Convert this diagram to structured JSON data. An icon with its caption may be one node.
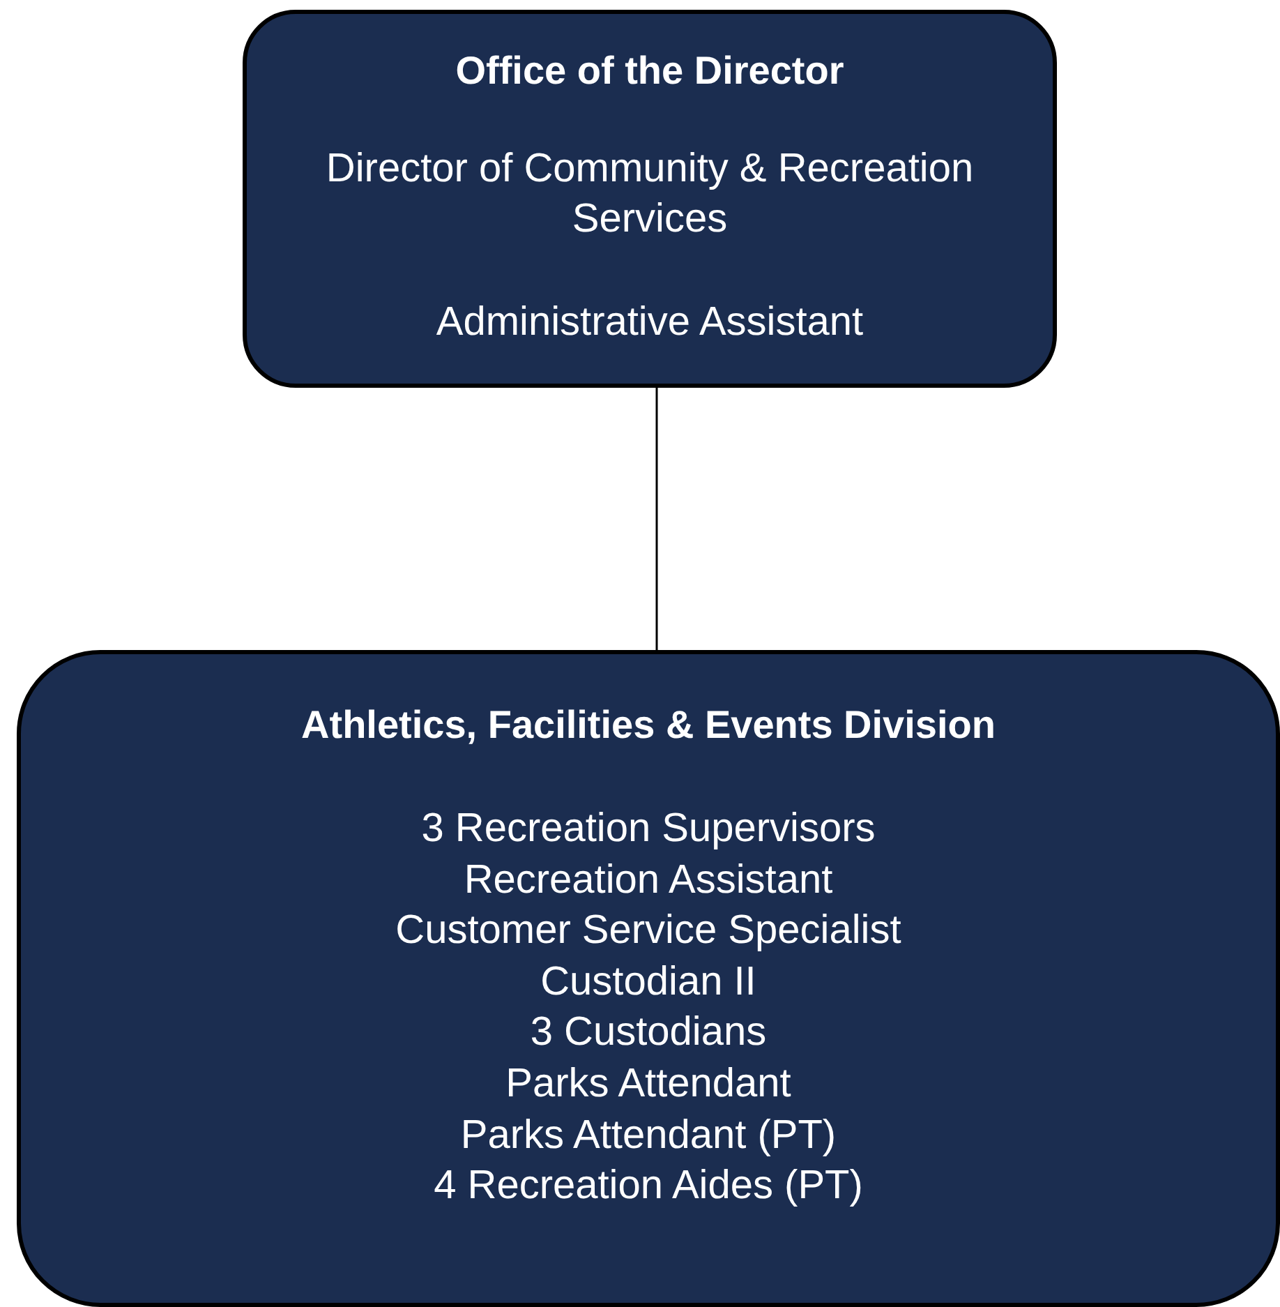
{
  "diagram": {
    "nodes": [
      {
        "text": [
          "Office of the Director",
          "Director of Community & Recreation Services",
          "Administrative Assistant"
        ]
      },
      {
        "text": [
          "Athletics, Facilities & Events Division",
          "3 Recreation Supervisors",
          "Recreation Assistant",
          "Customer Service Specialist",
          "Custodian II",
          "3 Custodians",
          "Parks Attendant",
          "Parks Attendant (PT)",
          "4 Recreation Aides (PT)"
        ]
      }
    ],
    "edges": [
      {
        "from": 0,
        "to": 1,
        "arrow": "none"
      }
    ]
  }
}
